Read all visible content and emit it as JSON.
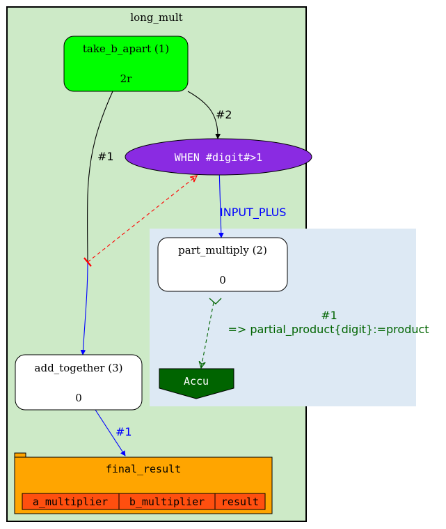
{
  "cluster": {
    "title": "long_mult",
    "fill": "#cdeac7"
  },
  "subcluster": {
    "fill": "#dde9f4"
  },
  "nodes": {
    "take_b_apart": {
      "title": "take_b_apart (1)",
      "sub": "2r",
      "fill": "#00ff00"
    },
    "when": {
      "label": "WHEN #digit#>1",
      "fill": "#8a2be2"
    },
    "part_multiply": {
      "title": "part_multiply (2)",
      "sub": "0",
      "fill": "#ffffff"
    },
    "accu": {
      "label": "Accu",
      "fill": "#006400"
    },
    "add_together": {
      "title": "add_together (3)",
      "sub": "0",
      "fill": "#ffffff"
    },
    "final_result": {
      "title": "final_result",
      "fill": "#ffa500",
      "cell_fill": "#ff4f0f",
      "cells": [
        "a_multiplier",
        "b_multiplier",
        "result"
      ]
    }
  },
  "edges": {
    "b_to_when": {
      "label": "#2",
      "color": "#000000"
    },
    "b_to_add": {
      "label": "#1",
      "color": "#000000"
    },
    "when_to_pm": {
      "label": "INPUT_PLUS",
      "color": "#0000ff"
    },
    "pm_to_accu": {
      "label_line1": "#1",
      "label_line2": "=> partial_product{digit}:=product",
      "color": "#006400"
    },
    "add_to_final": {
      "label": "#1",
      "color": "#0000ff"
    },
    "semaphore": {
      "color": "#ff0000"
    }
  }
}
